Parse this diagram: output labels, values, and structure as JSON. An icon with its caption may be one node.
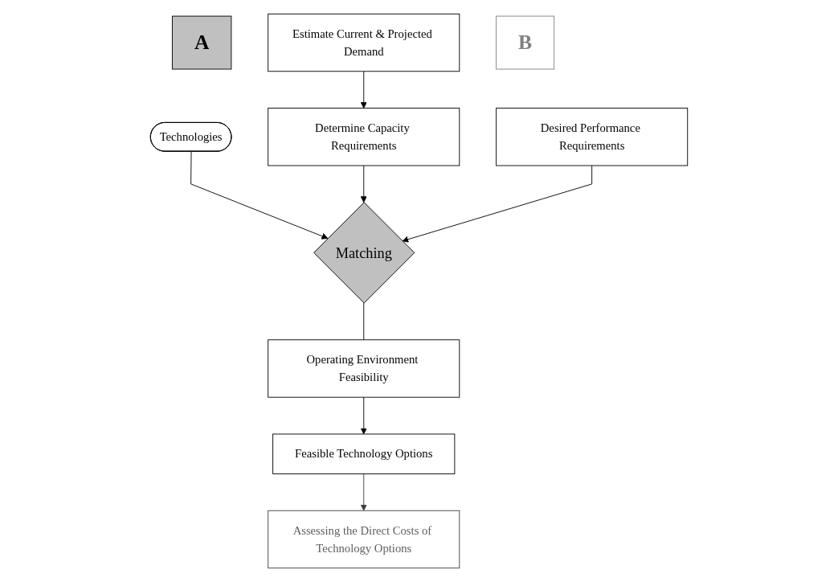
{
  "diagram": {
    "nodes": [
      {
        "text": [
          "A"
        ]
      },
      {
        "text": [
          "Technologies"
        ]
      },
      {
        "text": [
          "Estimate Current & Projected Demand"
        ]
      },
      {
        "text": [
          "Determine Capacity Requirements"
        ]
      },
      {
        "text": [
          "Matching"
        ]
      },
      {
        "text": [
          "Desired Performance Requirements"
        ]
      },
      {
        "text": [
          "Operating Environment Feasibility"
        ]
      },
      {
        "text": [
          "B"
        ]
      },
      {
        "text": [
          "Feasible Technology Options"
        ]
      },
      {
        "text": [
          "Assessing the Direct Costs of Technology Options"
        ]
      }
    ],
    "edges": [
      {
        "from": 1,
        "to": 4,
        "arrow": "to"
      },
      {
        "from": 2,
        "to": 3,
        "arrow": "to"
      },
      {
        "from": 3,
        "to": 4,
        "arrow": "to"
      },
      {
        "from": 5,
        "to": 4,
        "arrow": "to"
      },
      {
        "from": 4,
        "to": 6,
        "arrow": "none"
      },
      {
        "from": 6,
        "to": 8,
        "arrow": "to"
      },
      {
        "from": 8,
        "to": 9,
        "arrow": "to",
        "color": "#404040"
      }
    ]
  }
}
